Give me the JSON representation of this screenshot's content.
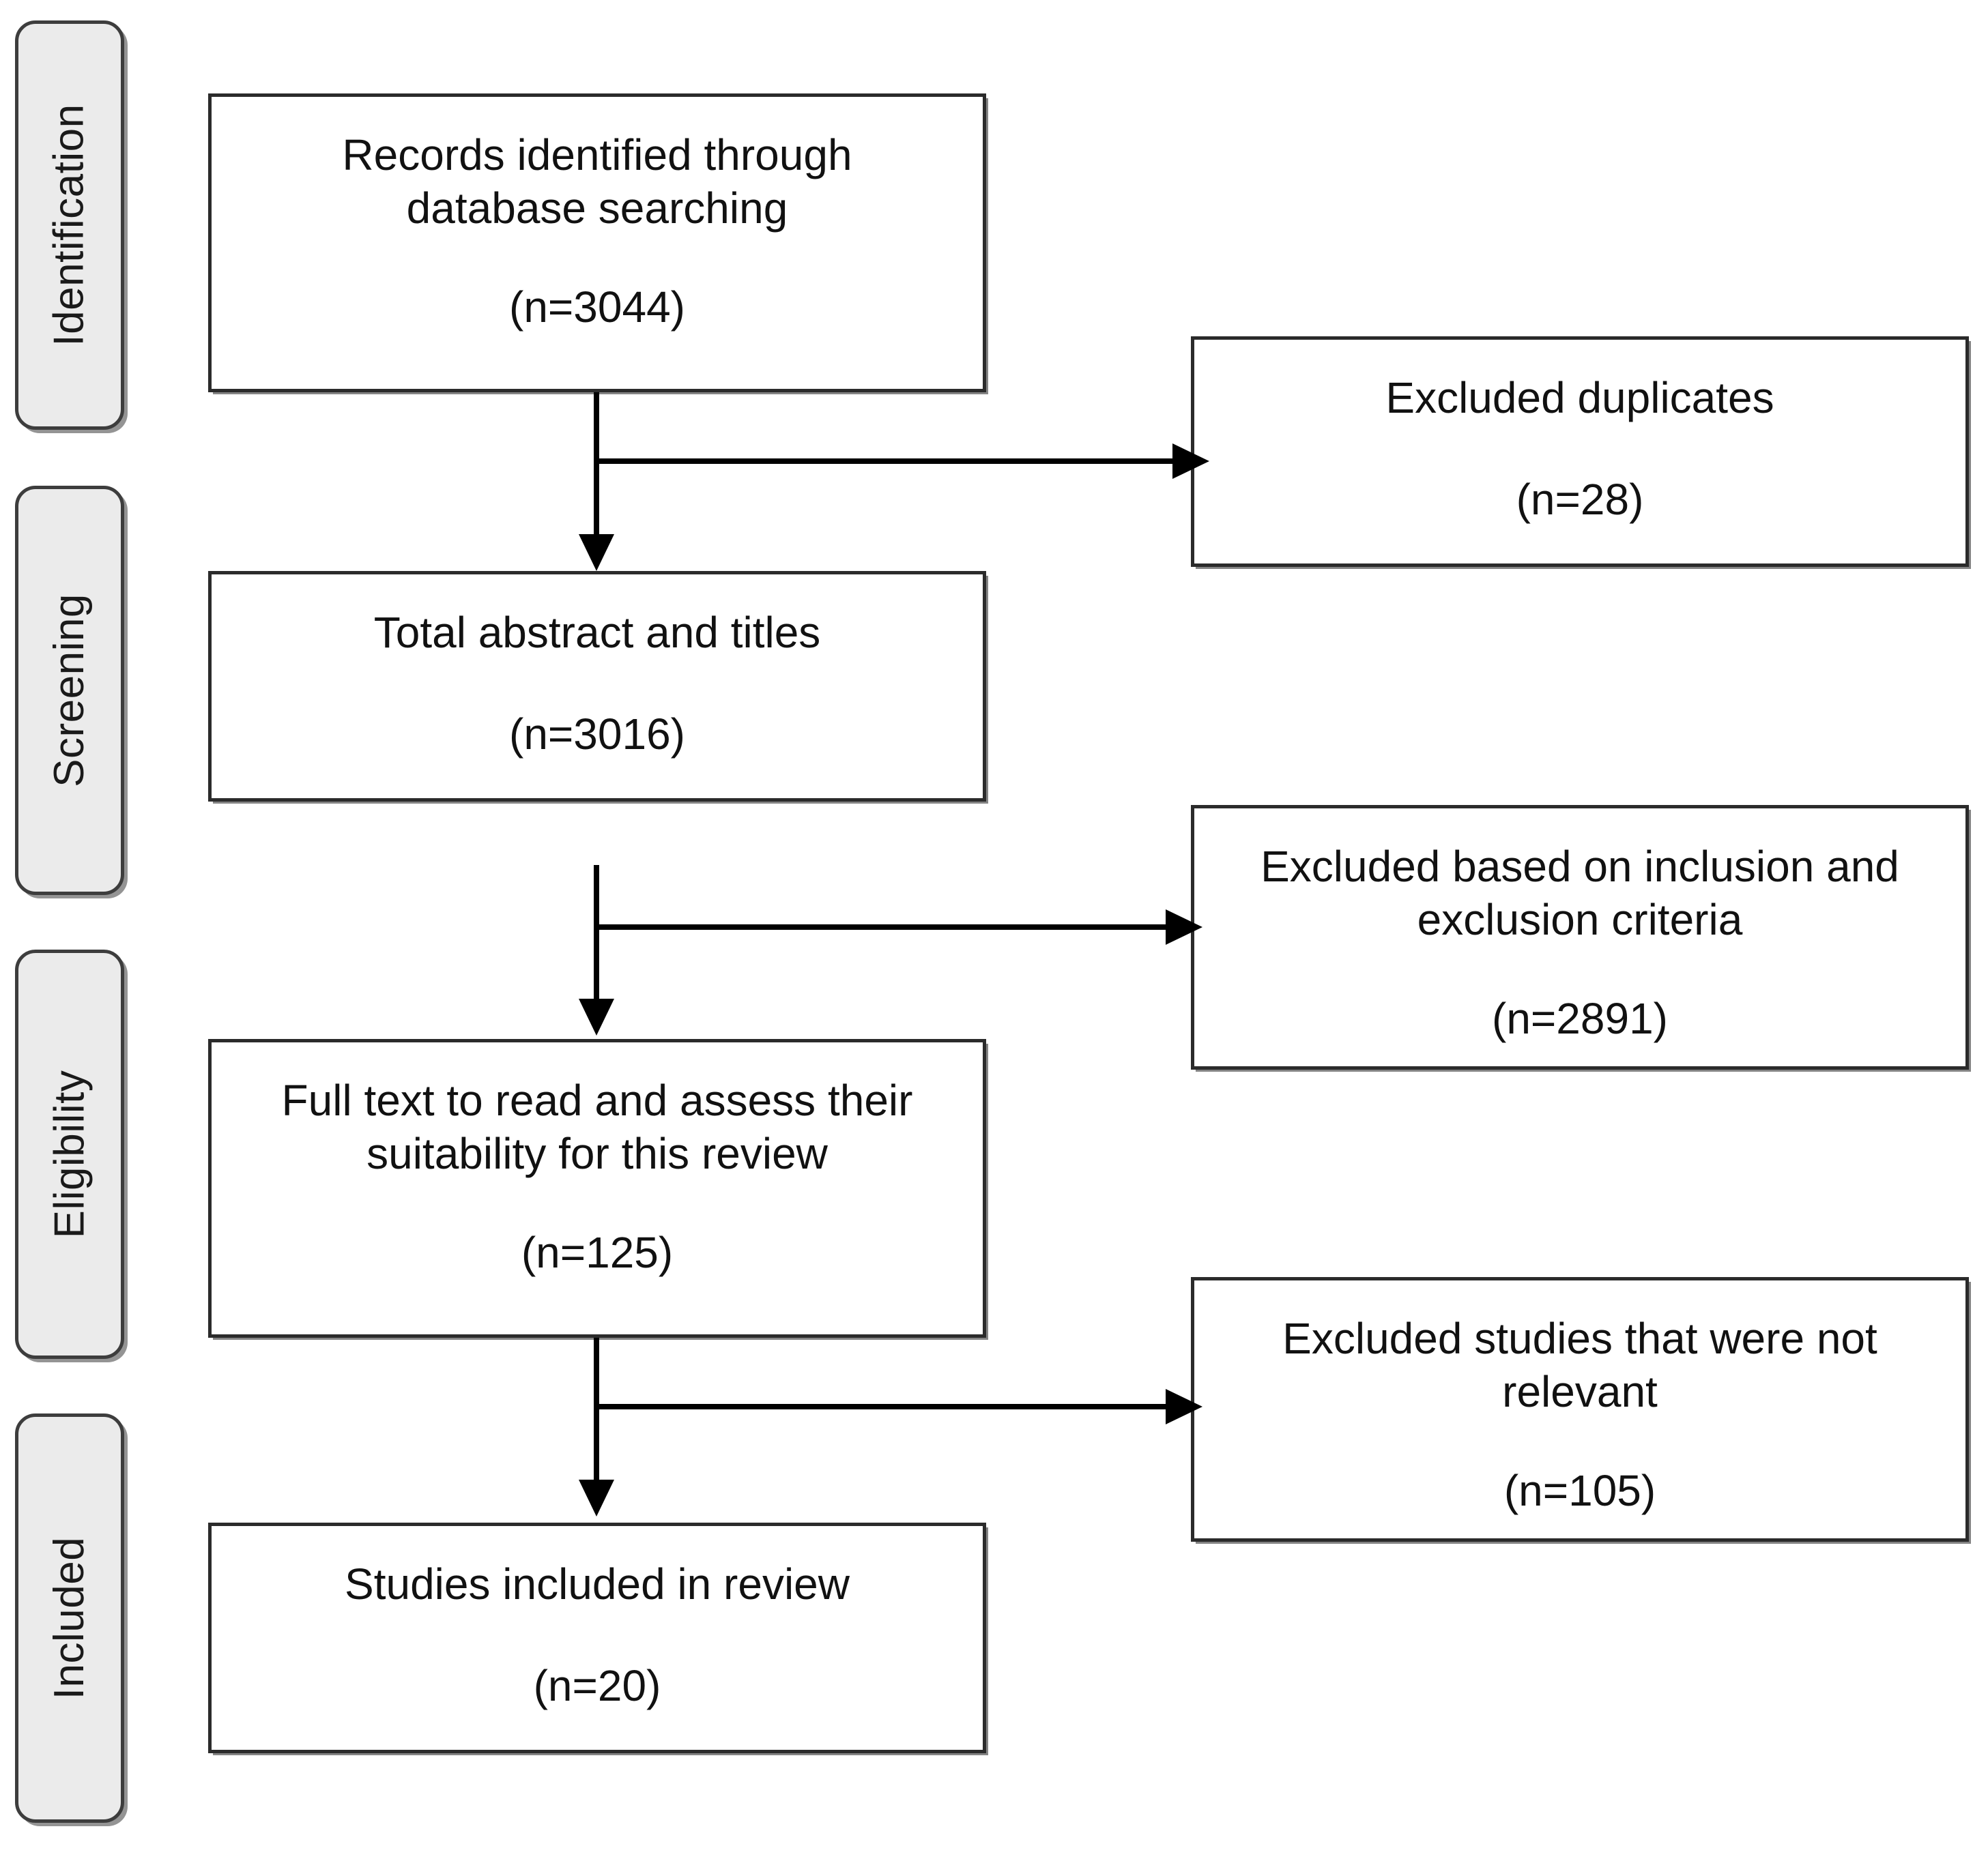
{
  "diagram": {
    "type": "prisma-flow-diagram",
    "title": "",
    "stages": [
      {
        "id": "identification",
        "label": "Identification"
      },
      {
        "id": "screening",
        "label": "Screening"
      },
      {
        "id": "eligibility",
        "label": "Eligibility"
      },
      {
        "id": "included",
        "label": "Included"
      }
    ],
    "flow_boxes": [
      {
        "id": "records-identified",
        "title": "Records identified through database searching",
        "count": "(n=3044)",
        "n": 3044,
        "stage": "identification"
      },
      {
        "id": "total-abstract-titles",
        "title": "Total abstract and titles",
        "count": "(n=3016)",
        "n": 3016,
        "stage": "screening"
      },
      {
        "id": "full-text-assessed",
        "title": "Full text to read and assess their suitability for this review",
        "count": "(n=125)",
        "n": 125,
        "stage": "eligibility"
      },
      {
        "id": "studies-included",
        "title": "Studies included in review",
        "count": "(n=20)",
        "n": 20,
        "stage": "included"
      }
    ],
    "exclusion_boxes": [
      {
        "id": "excluded-duplicates",
        "title": "Excluded duplicates",
        "count": "(n=28)",
        "n": 28
      },
      {
        "id": "excluded-criteria",
        "title": "Excluded based on inclusion and exclusion criteria",
        "count": "(n=2891)",
        "n": 2891
      },
      {
        "id": "excluded-not-relevant",
        "title": "Excluded studies that were not relevant",
        "count": "(n=105)",
        "n": 105
      }
    ],
    "colors": {
      "stage_fill": "#ebebeb",
      "stage_border": "#3d3d3d",
      "box_border": "#2b2b2b",
      "box_fill": "#ffffff",
      "connector": "#000000",
      "text": "#111111"
    }
  }
}
